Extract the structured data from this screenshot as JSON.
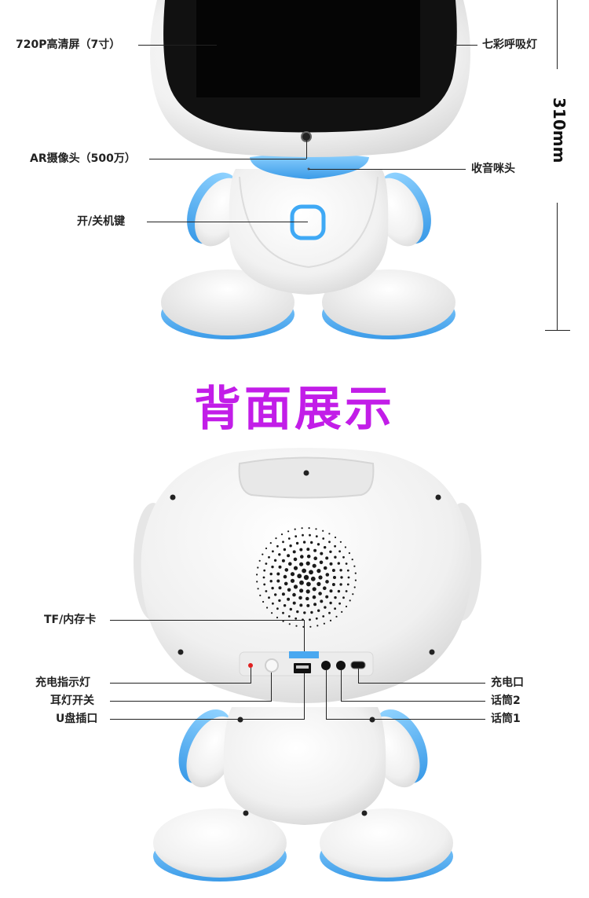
{
  "front": {
    "labels": {
      "screen": "720P高清屏（7寸）",
      "breathing_light": "七彩呼吸灯",
      "camera": "AR摄像头（500万）",
      "microphone": "收音咪头",
      "power_key": "开/关机键"
    },
    "height_dimension": "310mm"
  },
  "section_title": "背面展示",
  "back": {
    "labels": {
      "tf_card": "TF/内存卡",
      "charge_indicator": "充电指示灯",
      "ear_light_switch": "耳灯开关",
      "usb_port": "U盘插口",
      "charge_port": "充电口",
      "mic2": "话筒2",
      "mic1": "话筒1"
    }
  },
  "colors": {
    "accent_blue": "#4aa8f0",
    "title_purple": "#c21de8",
    "body_white": "#f4f4f4",
    "screen_black": "#0a0a0a",
    "indicator_red": "#e02020"
  }
}
